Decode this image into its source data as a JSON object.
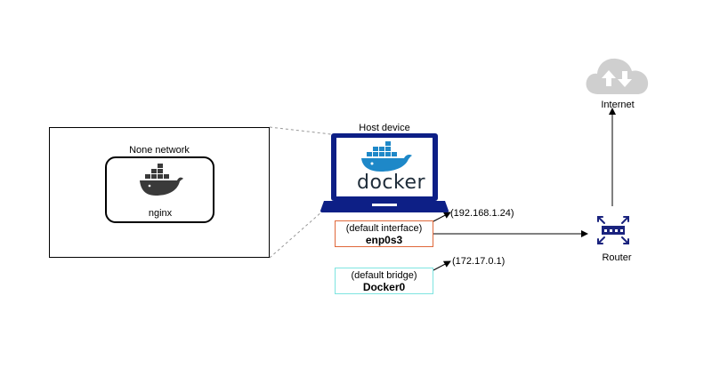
{
  "host": {
    "title": "Host device",
    "brand": "docker"
  },
  "none_network": {
    "title": "None network",
    "container_label": "nginx"
  },
  "interface": {
    "caption": "(default interface)",
    "name": "enp0s3",
    "ip": "(192.168.1.24)",
    "border_color": "#e0683a"
  },
  "bridge": {
    "caption": "(default bridge)",
    "name": "Docker0",
    "ip": "(172.17.0.1)",
    "border_color": "#7ee4e0"
  },
  "router": {
    "label": "Router",
    "icon": "router-icon",
    "color": "#1a237e"
  },
  "internet": {
    "label": "Internet",
    "icon": "cloud-upload-download-icon",
    "color": "#cfcfcf"
  },
  "colors": {
    "laptop": "#0d1f86",
    "docker_blue": "#1e88c8"
  }
}
